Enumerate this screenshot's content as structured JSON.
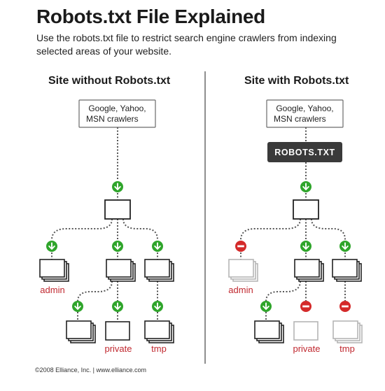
{
  "title": "Robots.txt File Explained",
  "subtitle": "Use the robots.txt file to restrict search engine crawlers from indexing selected areas of your website.",
  "panels": {
    "left": {
      "title": "Site without Robots.txt",
      "crawlers_line1": "Google, Yahoo,",
      "crawlers_line2": "MSN crawlers",
      "labels": {
        "admin": "admin",
        "private": "private",
        "tmp": "tmp"
      }
    },
    "right": {
      "title": "Site with Robots.txt",
      "crawlers_line1": "Google, Yahoo,",
      "crawlers_line2": "MSN crawlers",
      "robots_label": "ROBOTS.TXT",
      "labels": {
        "admin": "admin",
        "private": "private",
        "tmp": "tmp"
      }
    }
  },
  "footer": "©2008 Elliance, Inc.   |   www.elliance.com",
  "colors": {
    "allow": "#2fa52b",
    "block": "#d42a2a",
    "label": "#c0282f",
    "robots_bg": "#3a3a3a",
    "dim": "#b5b5b5"
  }
}
